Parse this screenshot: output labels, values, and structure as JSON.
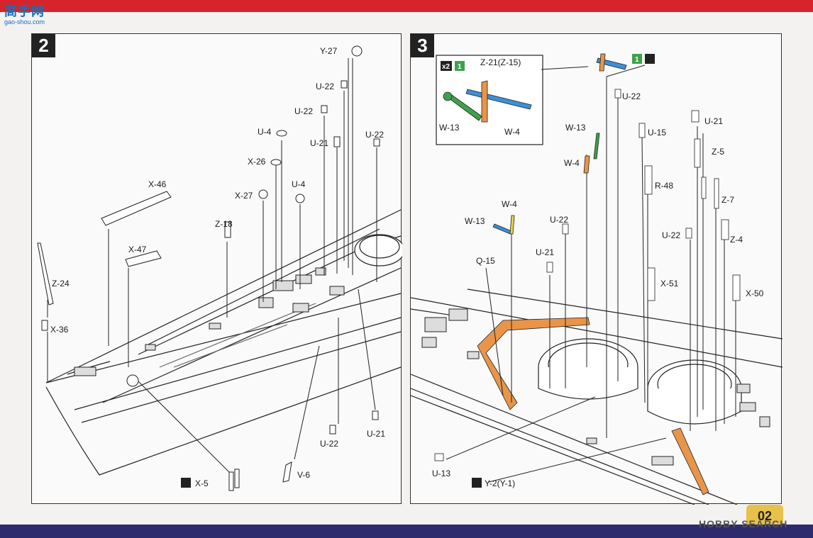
{
  "watermark": {
    "site_name": "高手网",
    "site_url": "gao-shou.com",
    "search_logo": "HOBBY SEARCH"
  },
  "page": {
    "number": "02"
  },
  "step2": {
    "number": "2",
    "labels": {
      "y27": "Y-27",
      "u22a": "U-22",
      "u22b": "U-22",
      "u4a": "U-4",
      "u21a": "U-21",
      "u22c": "U-22",
      "x26": "X-26",
      "x46": "X-46",
      "x27": "X-27",
      "u4b": "U-4",
      "z18": "Z-18",
      "x47": "X-47",
      "z24": "Z-24",
      "x36": "X-36",
      "u22d": "U-22",
      "u21b": "U-21",
      "v6": "V-6",
      "x5": "X-5"
    }
  },
  "step3": {
    "number": "3",
    "inset": {
      "count": "x2",
      "qty": "1",
      "z21": "Z-21(Z-15)",
      "w13": "W-13",
      "w4": "W-4"
    },
    "labels": {
      "u22a": "U-22",
      "u15": "U-15",
      "u21a": "U-21",
      "w13": "W-13",
      "w4": "W-4",
      "z5": "Z-5",
      "r48": "R-48",
      "z7": "Z-7",
      "w4b": "W-4",
      "w13b": "W-13",
      "u22b": "U-22",
      "u22c": "U-22",
      "z4": "Z-4",
      "u21b": "U-21",
      "q15": "Q-15",
      "x51": "X-51",
      "x50": "X-50",
      "u13": "U-13",
      "y2": "Y-2(Y-1)",
      "qty": "1"
    }
  },
  "colors": {
    "orange": "#e8954a",
    "blue": "#3d8fd9",
    "green": "#3ea24a",
    "yellow": "#e9d24a",
    "dark": "#222222"
  }
}
